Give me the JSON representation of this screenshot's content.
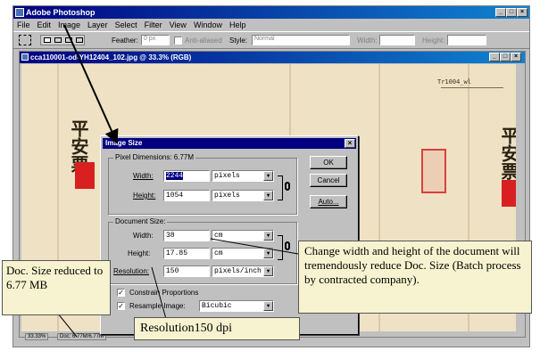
{
  "app": {
    "title": "Adobe Photoshop",
    "menu": [
      "File",
      "Edit",
      "Image",
      "Layer",
      "Select",
      "Filter",
      "View",
      "Window",
      "Help"
    ],
    "options_bar": {
      "feather_label": "Feather:",
      "feather_value": "0 px",
      "antialiased_label": "Anti-aliased",
      "style_label": "Style:",
      "style_value": "Normal",
      "width_label": "Width:",
      "height_label": "Height:"
    },
    "window_buttons": [
      "_",
      "□",
      "×"
    ]
  },
  "document": {
    "title": "cca110001-od-YH12404_102.jpg @ 33.3% (RGB)",
    "zoom": "33.33%",
    "doc_size": "Doc: 6.77M/6.77M",
    "doc_text_big": "平安票",
    "doc_text_big_right": "平安票",
    "doc_top_right": "Tr1004_wl"
  },
  "dialog": {
    "title": "Image Size",
    "pixel_dimensions_label": "Pixel Dimensions: 6.77M",
    "width_label": "Width:",
    "height_label": "Height:",
    "pixel_width_value": "2244",
    "pixel_height_value": "1054",
    "pixel_unit": "pixels",
    "document_size_label": "Document Size:",
    "doc_width_value": "38",
    "doc_width_unit": "cm",
    "doc_height_value": "17.85",
    "doc_height_unit": "cm",
    "resolution_label": "Resolution:",
    "resolution_value": "150",
    "resolution_unit": "pixels/inch",
    "constrain_label": "Constrain Proportions",
    "resample_label": "Resample Image:",
    "resample_value": "Bicubic",
    "ok_label": "OK",
    "cancel_label": "Cancel",
    "auto_label": "Auto...",
    "close_label": "×"
  },
  "callouts": {
    "doc_size": "Doc. Size reduced to 6.77 MB",
    "change": "Change width and height of the document will tremendously reduce Doc. Size (Batch process by contracted company).",
    "resolution": "Resolution150 dpi"
  },
  "colors": {
    "title_blue": "#000080",
    "seal_red": "#d92020",
    "paper": "#efe2c4"
  }
}
